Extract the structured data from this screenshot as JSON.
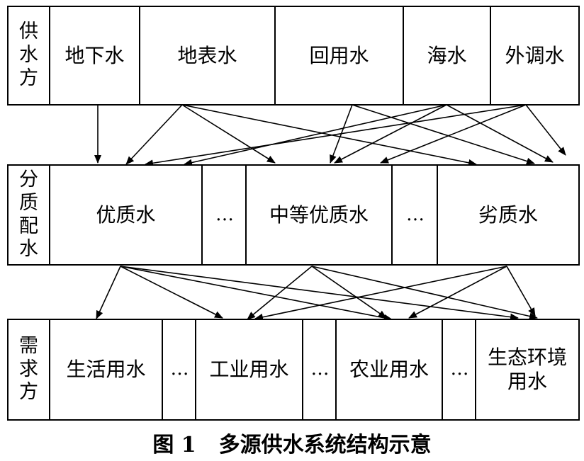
{
  "supply": {
    "label": "供\n水\n方",
    "items": [
      "地下水",
      "地表水",
      "回用水",
      "海水",
      "外调水"
    ]
  },
  "quality": {
    "label": "分\n质\n配\n水",
    "items": [
      "优质水",
      "…",
      "中等优质水",
      "…",
      "劣质水"
    ]
  },
  "demand": {
    "label": "需\n求\n方",
    "items": [
      "生活用水",
      "…",
      "工业用水",
      "…",
      "农业用水",
      "…",
      "生态环境\n用水"
    ]
  },
  "caption": {
    "number": "图 1",
    "title": "多源供水系统结构示意"
  }
}
